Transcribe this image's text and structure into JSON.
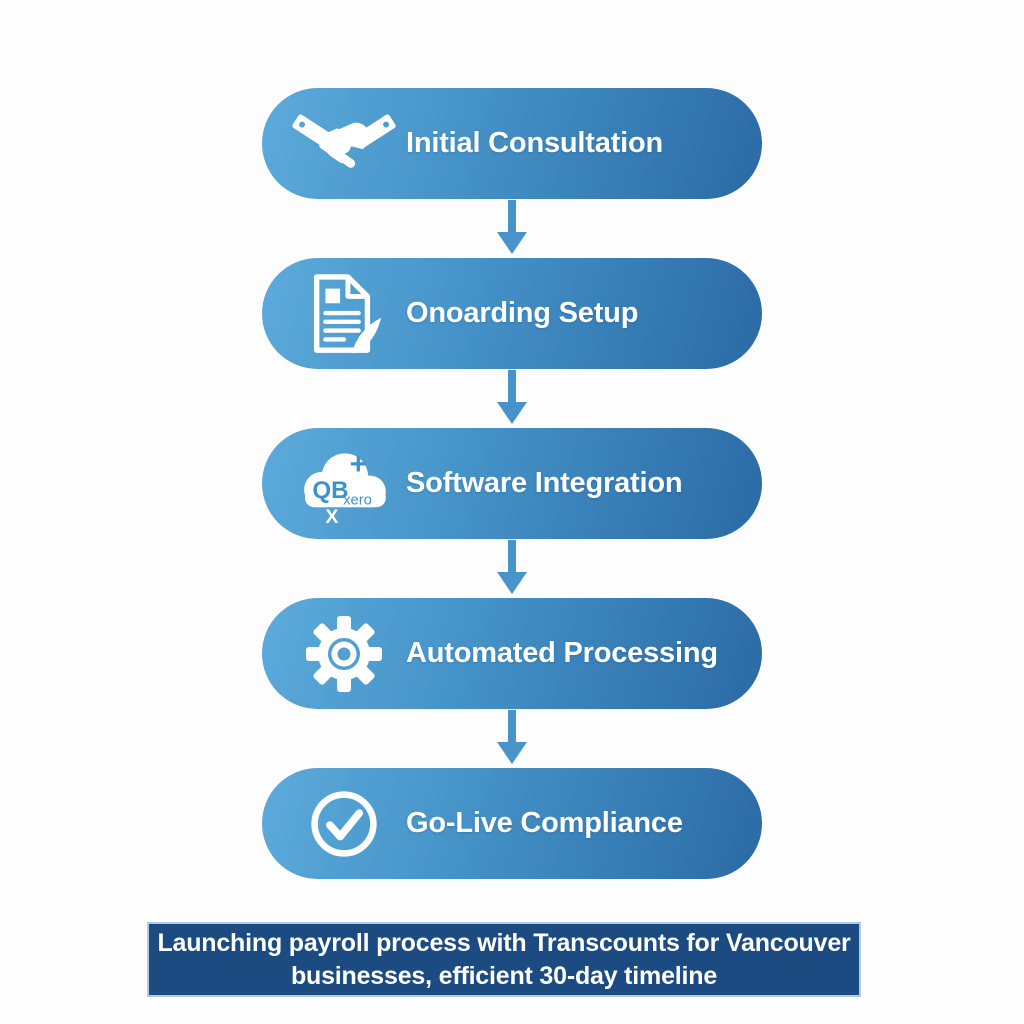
{
  "flow": {
    "steps": [
      {
        "label": "Initial Consultation",
        "icon": "handshake-icon"
      },
      {
        "label": "Onoarding Setup",
        "icon": "document-quill-icon"
      },
      {
        "label": "Software Integration",
        "icon": "cloud-software-icon",
        "cloud_labels": {
          "qb": "QB",
          "xero": "xero",
          "plus": "+",
          "x": "X"
        }
      },
      {
        "label": "Automated Processing",
        "icon": "gear-icon"
      },
      {
        "label": "Go-Live Compliance",
        "icon": "check-circle-icon"
      }
    ],
    "connector": "down-arrow-icon"
  },
  "banner": {
    "line1": "Launching payroll process with Transcounts for Vancouver",
    "line2": "businesses, efficient 30-day timeline"
  },
  "colors": {
    "pill_gradient_start": "#5cabdb",
    "pill_gradient_end": "#2b6aa5",
    "arrow_blue": "#4793ca",
    "banner_background": "#1b4b81",
    "logo_blue": "#3d92cc",
    "text_white": "#ffffff"
  }
}
